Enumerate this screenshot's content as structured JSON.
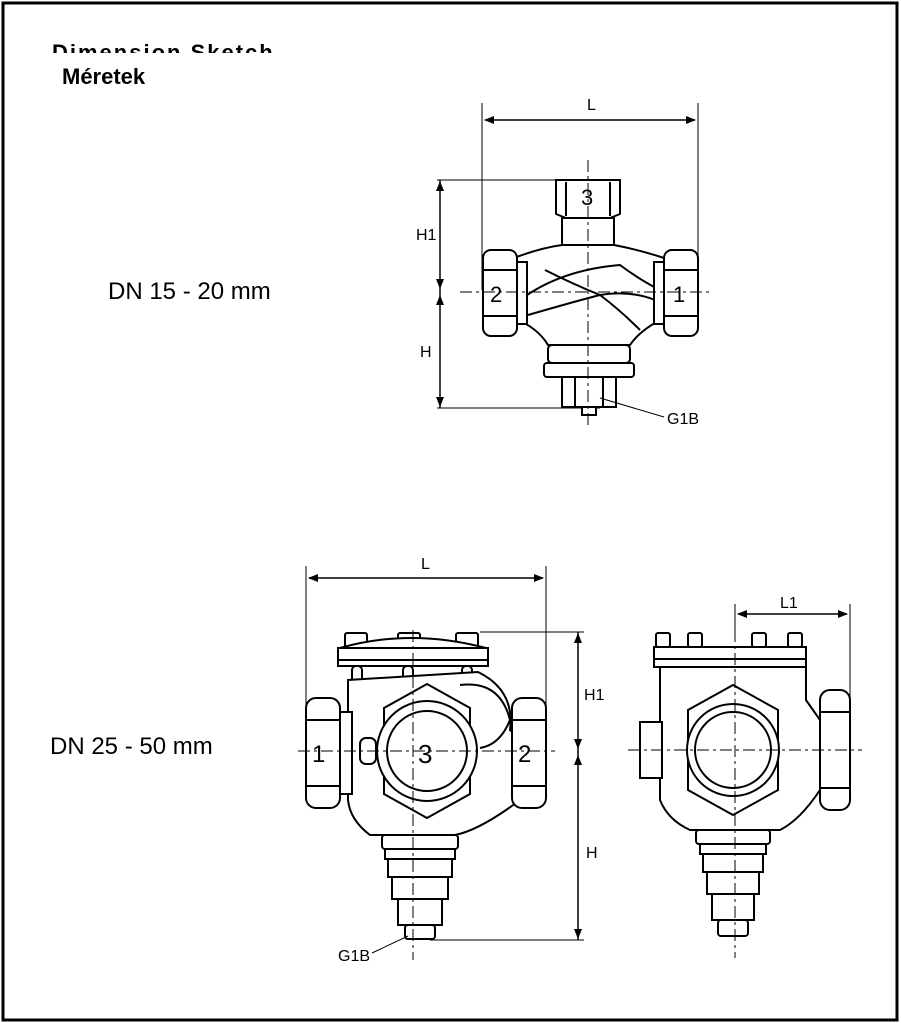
{
  "ghost_heading": "Dimension Sketch",
  "title": "Méretek",
  "variants": [
    {
      "size_label": "DN 15 - 20 mm",
      "dims": {
        "length": "L",
        "height_upper": "H1",
        "height_lower": "H",
        "connection": "G1B"
      },
      "ports": [
        "3",
        "2",
        "1"
      ]
    },
    {
      "size_label": "DN 25 - 50 mm",
      "dims": {
        "length": "L",
        "length_side": "L1",
        "height_upper": "H1",
        "height_lower": "H",
        "connection": "G1B"
      },
      "ports": [
        "1",
        "3",
        "2"
      ]
    }
  ]
}
